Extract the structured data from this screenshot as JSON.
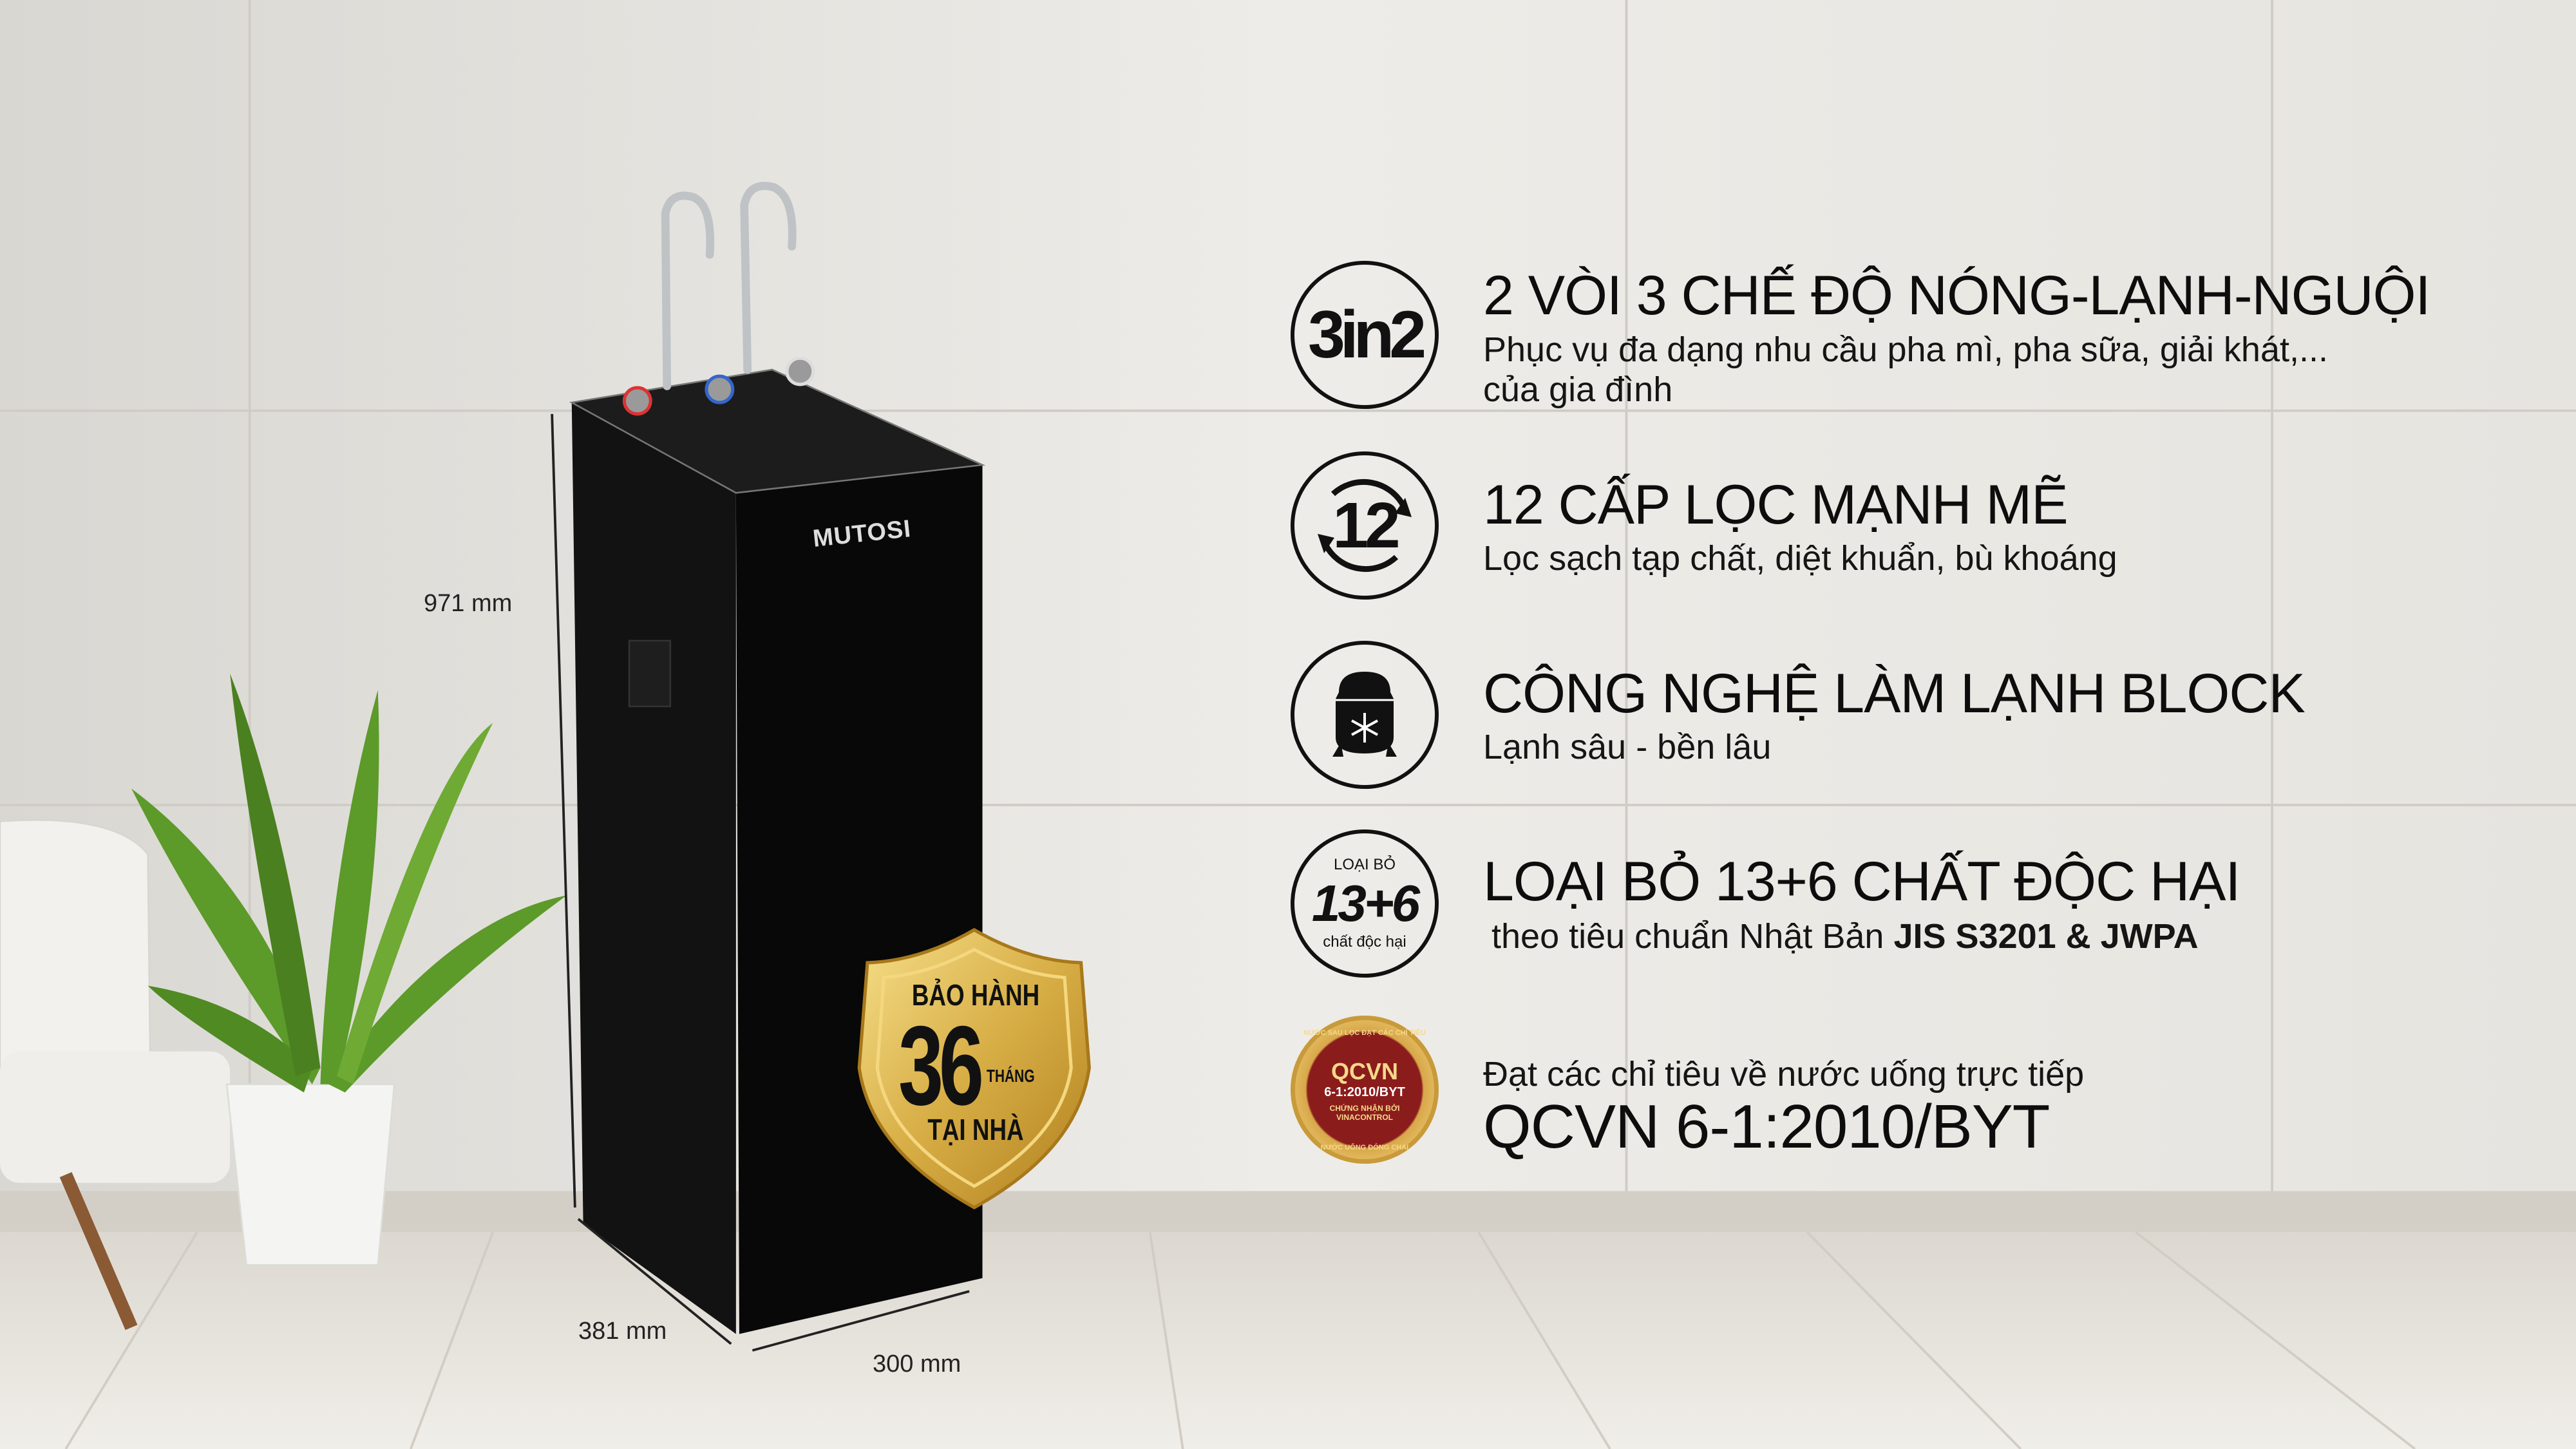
{
  "product": {
    "brand": "MUTOSI",
    "dimensions": {
      "height": "971 mm",
      "depth": "381 mm",
      "width": "300 mm"
    }
  },
  "warranty_badge": {
    "line1": "BẢO HÀNH",
    "number": "36",
    "unit": "THÁNG",
    "line2": "TẠI NHÀ",
    "color": "#d4a93a"
  },
  "features": [
    {
      "icon": "3in2-icon",
      "icon_text": "3in2",
      "title": "2 VÒI 3 CHẾ ĐỘ NÓNG-LẠNH-NGUỘI",
      "subtitle_line1": "Phục vụ đa dạng nhu cầu pha mì, pha sữa, giải khát,...",
      "subtitle_line2": "của gia đình"
    },
    {
      "icon": "12-stage-cycle-icon",
      "icon_text": "12",
      "title": "12 CẤP LỌC MẠNH MẼ",
      "subtitle_line1": "Lọc sạch tạp chất, diệt khuẩn, bù khoáng"
    },
    {
      "icon": "compressor-snowflake-icon",
      "title": "CÔNG NGHỆ LÀM LẠNH BLOCK",
      "subtitle_line1": "Lạnh sâu - bền lâu"
    },
    {
      "icon": "remove-toxins-icon",
      "icon_top": "LOẠI BỎ",
      "icon_text": "13+6",
      "icon_bottom": "chất độc hại",
      "title": "LOẠI BỎ 13+6 CHẤT ĐỘC HẠI",
      "subtitle_prefix": "theo tiêu chuẩn Nhật Bản ",
      "subtitle_bold": "JIS S3201 & JWPA"
    },
    {
      "icon": "qcvn-seal-icon",
      "seal_ring_top": "NƯỚC SAU LỌC ĐẠT CÁC CHỈ TIÊU",
      "seal_ring_bottom": "NƯỚC UỐNG ĐÓNG CHAI",
      "seal_main": "QCVN",
      "seal_code": "6-1:2010/BYT",
      "seal_cert1": "CHỨNG NHẬN BỞI",
      "seal_cert2": "VINACONTROL",
      "seal_color": "#8b1c1c",
      "subtitle_line1": "Đạt các chỉ tiêu về nước uống trực tiếp",
      "title": "QCVN 6-1:2010/BYT"
    }
  ]
}
